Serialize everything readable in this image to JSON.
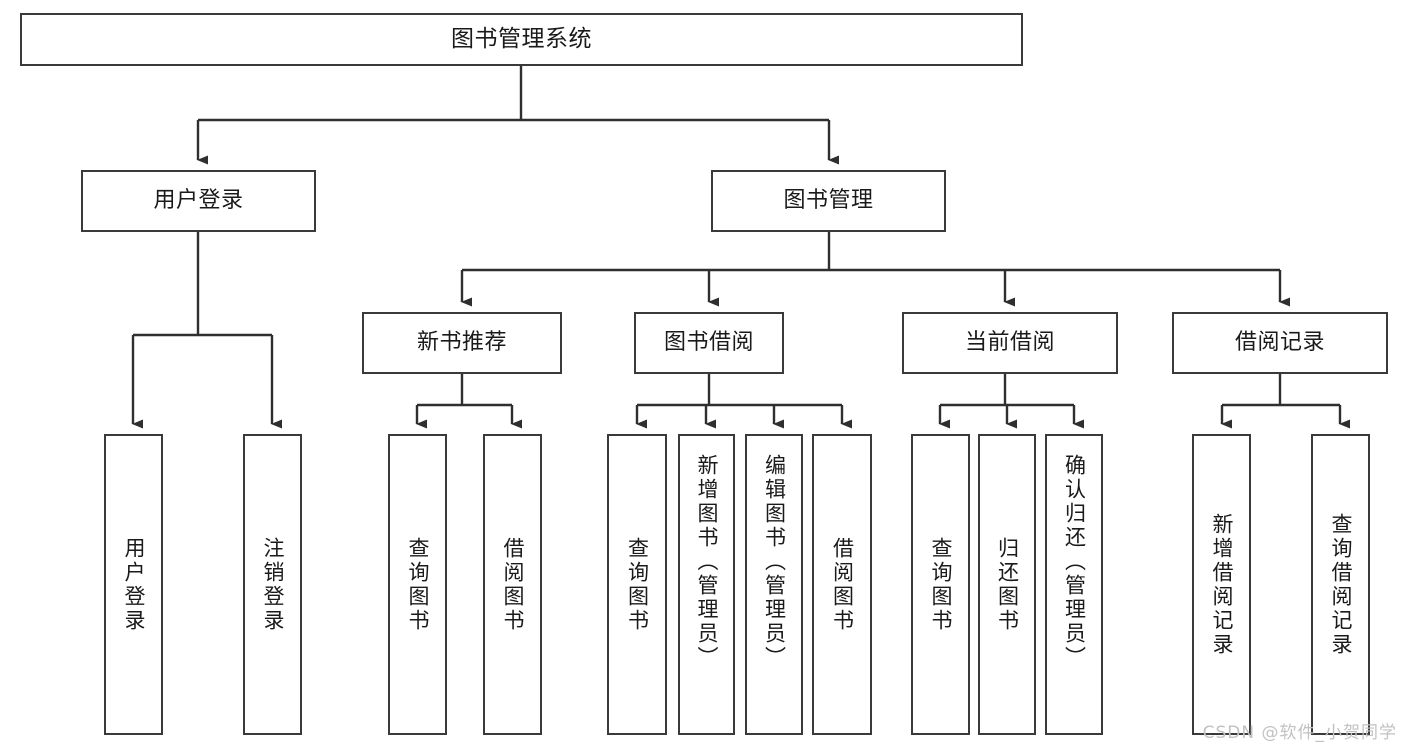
{
  "diagram": {
    "type": "tree-hierarchy-functional-decomposition",
    "title": "图书管理系统",
    "watermark": "CSDN @软件_小贺同学",
    "colors": {
      "box_stroke": "#3a3a3a",
      "box_fill": "#ffffff",
      "connector": "#2f2f2f",
      "text": "#1a1a1a",
      "watermark": "#c2c2c2",
      "background": "#ffffff"
    },
    "nodes": {
      "root": {
        "label": "图书管理系统",
        "level": 0
      },
      "level1": [
        {
          "id": "user-login",
          "label": "用户登录"
        },
        {
          "id": "book-management",
          "label": "图书管理"
        }
      ],
      "level2": [
        {
          "id": "new-book-recommend",
          "label": "新书推荐",
          "parent": "book-management"
        },
        {
          "id": "book-borrow",
          "label": "图书借阅",
          "parent": "book-management"
        },
        {
          "id": "current-borrow",
          "label": "当前借阅",
          "parent": "book-management"
        },
        {
          "id": "borrow-record",
          "label": "借阅记录",
          "parent": "book-management"
        }
      ],
      "leaves": [
        {
          "id": "leaf-user-login",
          "label": "用户登录",
          "parent": "user-login"
        },
        {
          "id": "leaf-logout-login",
          "label": "注销登录",
          "parent": "user-login"
        },
        {
          "id": "leaf-query-book-1",
          "label": "查询图书",
          "parent": "new-book-recommend"
        },
        {
          "id": "leaf-borrow-book-1",
          "label": "借阅图书",
          "parent": "new-book-recommend"
        },
        {
          "id": "leaf-query-book-2",
          "label": "查询图书",
          "parent": "book-borrow"
        },
        {
          "id": "leaf-add-book",
          "label": "新增图书（管理员）",
          "parent": "book-borrow"
        },
        {
          "id": "leaf-edit-book",
          "label": "编辑图书（管理员）",
          "parent": "book-borrow"
        },
        {
          "id": "leaf-borrow-book-2",
          "label": "借阅图书",
          "parent": "book-borrow"
        },
        {
          "id": "leaf-query-book-3",
          "label": "查询图书",
          "parent": "current-borrow"
        },
        {
          "id": "leaf-return-book",
          "label": "归还图书",
          "parent": "current-borrow"
        },
        {
          "id": "leaf-confirm-return",
          "label": "确认归还（管理员）",
          "parent": "current-borrow"
        },
        {
          "id": "leaf-add-record",
          "label": "新增借阅记录",
          "parent": "borrow-record"
        },
        {
          "id": "leaf-query-record",
          "label": "查询借阅记录",
          "parent": "borrow-record"
        }
      ]
    }
  }
}
